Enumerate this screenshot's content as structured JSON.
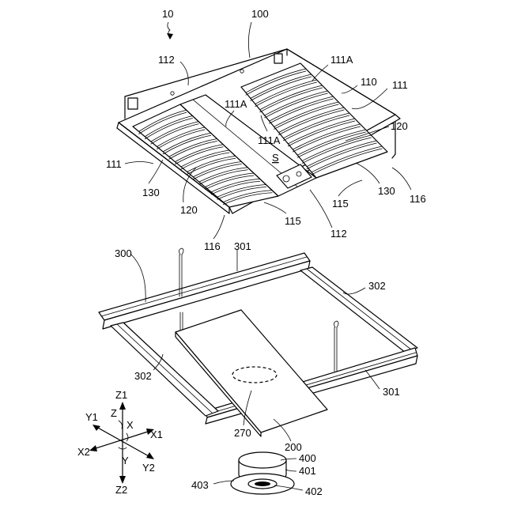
{
  "figure": {
    "labels": {
      "l10": "10",
      "l100": "100",
      "l112a": "112",
      "l111Atop": "111A",
      "l110": "110",
      "l111r": "111",
      "l111Amid": "111A",
      "l111Alow": "111A",
      "l120r": "120",
      "l111l": "111",
      "lS": "S",
      "l130l": "130",
      "l130r": "130",
      "l116r": "116",
      "l120l": "120",
      "l115r": "115",
      "l115m": "115",
      "l112b": "112",
      "l116l": "116",
      "l300": "300",
      "l301top": "301",
      "l302r": "302",
      "l302l": "302",
      "l301r": "301",
      "l270": "270",
      "l200": "200",
      "lZ1": "Z1",
      "lY1": "Y1",
      "lZ": "Z",
      "lX": "X",
      "lX1": "X1",
      "lX2": "X2",
      "lY": "Y",
      "lY2": "Y2",
      "lZ2": "Z2",
      "l400": "400",
      "l401": "401",
      "l403": "403",
      "l402": "402"
    }
  }
}
